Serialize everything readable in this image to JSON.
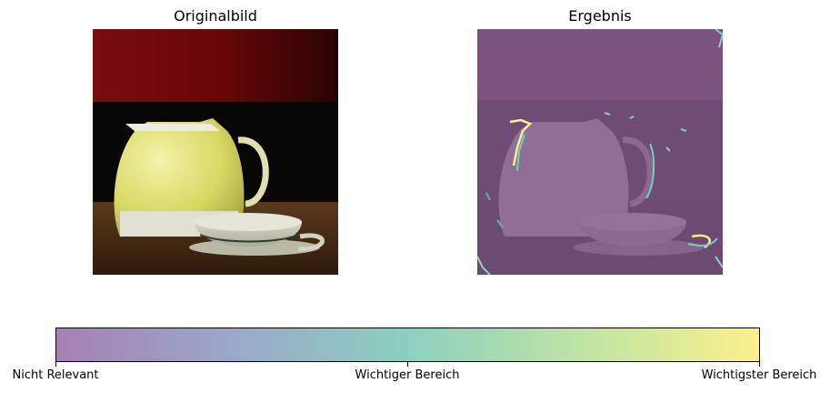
{
  "figure": {
    "left_title": "Originalbild",
    "right_title": "Ergebnis"
  },
  "chart_data": {
    "type": "heatmap",
    "panels": [
      {
        "name": "original",
        "title": "Originalbild",
        "content": "photo-of-yellow-teapot-and-cup"
      },
      {
        "name": "result",
        "title": "Ergebnis",
        "content": "saliency-overlay"
      }
    ],
    "colorbar": {
      "colormap": [
        "#a581b3",
        "#9ba8c9",
        "#8bd0c0",
        "#bfe4a4",
        "#fbf18c"
      ],
      "range": [
        0,
        1
      ],
      "ticks": [
        {
          "value": 0,
          "label": "Nicht Relevant"
        },
        {
          "value": 0.5,
          "label": "Wichtiger Bereich"
        },
        {
          "value": 1,
          "label": "Wichtigster Bereich"
        }
      ]
    },
    "grid": false
  },
  "colors": {
    "overlay_base": "#735077",
    "highlight": "#fbf18c"
  }
}
